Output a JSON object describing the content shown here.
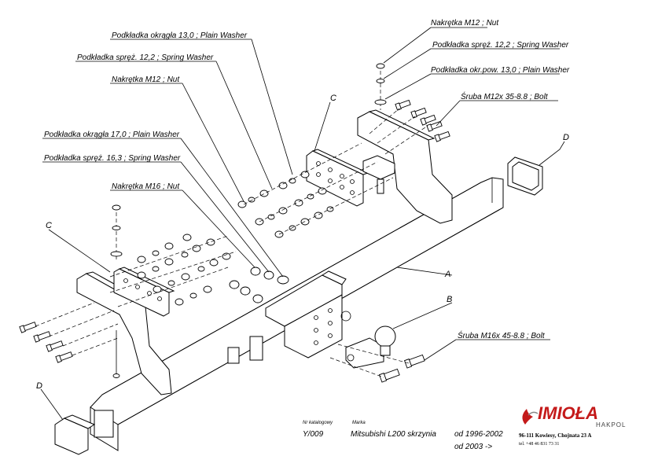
{
  "callouts": {
    "nut_m12_top": "Nakrętka  M12 ; Nut",
    "spring_washer_12_top": "Podkładka spręż. 12,2 ; Spring Washer",
    "plain_washer_13_top": "Podkładka okr.pow. 13,0 ;  Plain Washer",
    "bolt_m12": "Śruba M12x 35-8.8 ;  Bolt",
    "plain_washer_13_left": "Podkładka okrągła 13,0 ;  Plain Washer",
    "spring_washer_12_left": "Podkładka spręż. 12,2 ; Spring Washer",
    "nut_m12_left": "Nakrętka  M12 ; Nut",
    "plain_washer_17": "Podkładka okrągła 17,0 ;  Plain Washer",
    "spring_washer_16": "Podkładka spręż. 16,3 ; Spring Washer",
    "nut_m16": "Nakrętka  M16 ; Nut",
    "bolt_m16": "Śruba M16x 45-8.8 ;  Bolt"
  },
  "part_letters": {
    "c_top": "C",
    "c_left": "C",
    "d_right": "D",
    "d_left": "D",
    "a": "A",
    "b": "B"
  },
  "footer": {
    "catalog_label": "Nr katalogowy",
    "catalog_value": "Y/009",
    "brand_label": "Marka",
    "model": "Mitsubishi L200 skrzynia",
    "date_1": "od 1996-2002",
    "date_2": "od 2003 ->"
  },
  "company": {
    "logo": "IMIOŁA",
    "logo_sub": "HAKPOL",
    "address": "96-111 Kowiesy, Chojnata 23 A",
    "phone": "tel. +48 46 831 73 31",
    "brand_color": "#c41a1a"
  }
}
